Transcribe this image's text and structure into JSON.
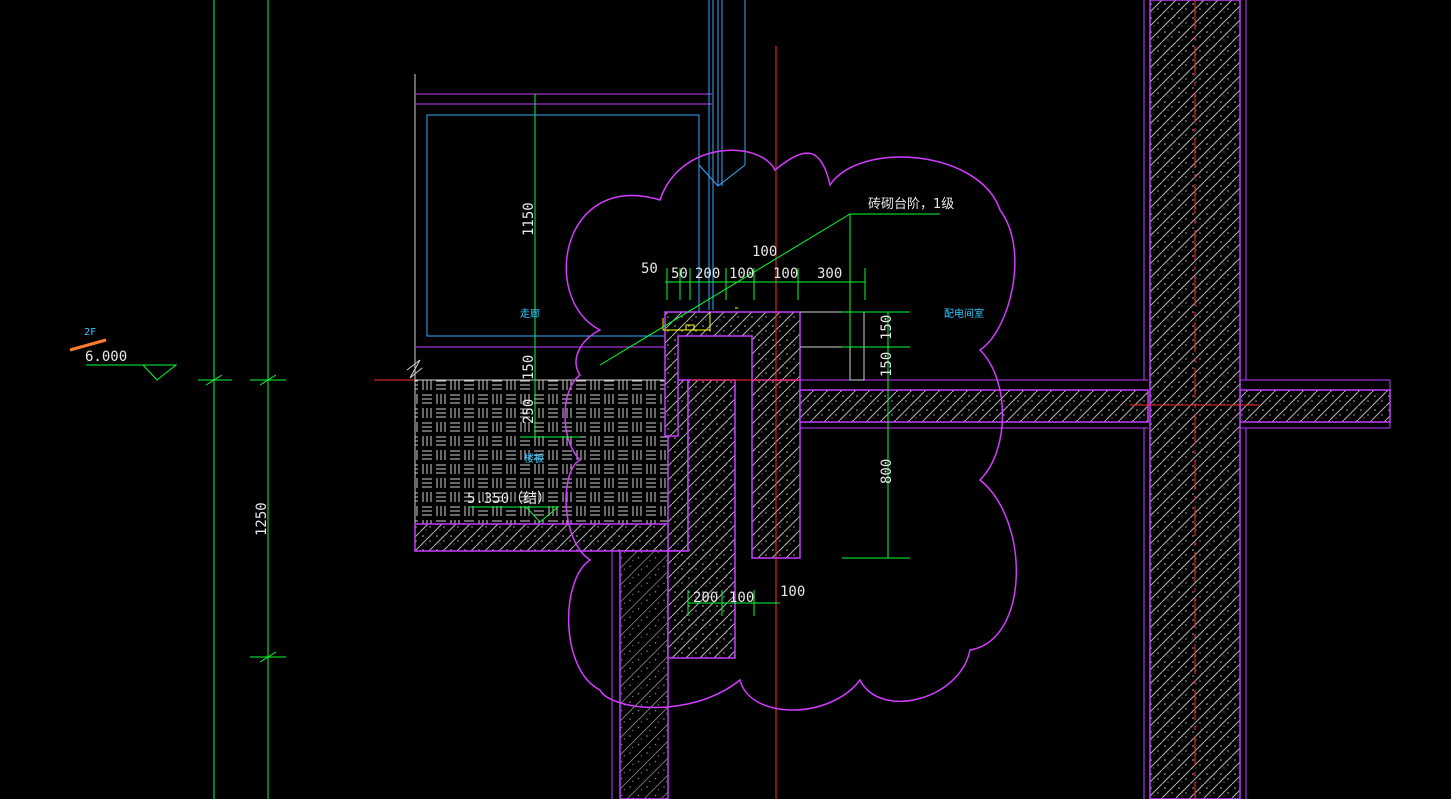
{
  "canvas": {
    "background": "#000000"
  },
  "colors": {
    "dim": "#00ff33",
    "wall": "#c33cff",
    "cloud": "#d23cff",
    "axis": "#ff2a2a",
    "window": "#37a9ff",
    "hatch": "#b5b5b5",
    "text": "#e8e8e8",
    "level_marker": "#ff7a2e",
    "cyan_text": "#37c8ff",
    "yellow": "#ffff00"
  },
  "level": {
    "floor_tag": "2F",
    "elevation": "6.000"
  },
  "slab": {
    "elevation": "5.350（结）"
  },
  "annotation": {
    "note": "砖砌台阶，1级"
  },
  "rooms": {
    "corridor": "走廊",
    "substation": "配电间室",
    "slab_label": "楼板"
  },
  "dimensions": {
    "left_total": "1250",
    "window_height": "1150",
    "sill_150": "150",
    "slab_250": "250",
    "top_100": "100",
    "top_chain": [
      "50",
      "50",
      "200",
      "100",
      "100",
      "300"
    ],
    "right_150_a": "150",
    "right_150_b": "150",
    "right_800": "800",
    "bottom_chain": [
      "200",
      "100",
      "100"
    ]
  }
}
